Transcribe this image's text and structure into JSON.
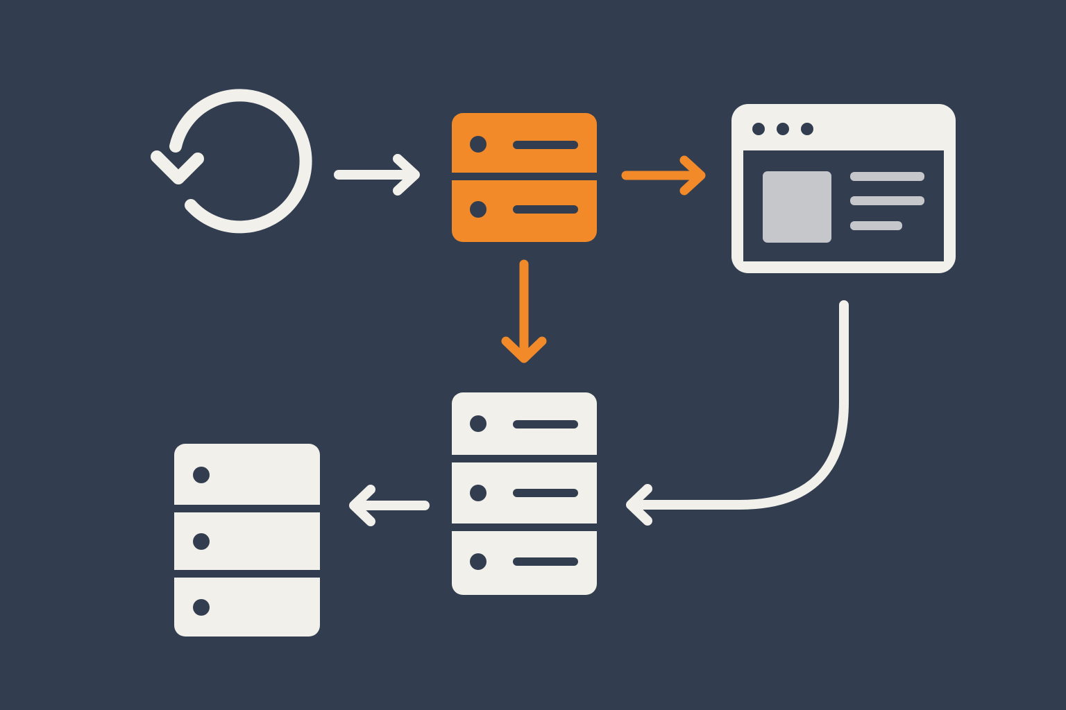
{
  "colors": {
    "background": "#323e50",
    "accent": "#f28a2a",
    "light": "#f2f0ea",
    "panel": "#c5c7ca"
  },
  "nodes": [
    {
      "id": "refresh",
      "icon": "refresh-icon"
    },
    {
      "id": "source-server",
      "icon": "server-icon",
      "highlighted": true
    },
    {
      "id": "browser-window",
      "icon": "browser-window-icon"
    },
    {
      "id": "middle-server",
      "icon": "server-stack-icon"
    },
    {
      "id": "storage-server",
      "icon": "server-stack-icon"
    }
  ],
  "edges": [
    {
      "from": "refresh",
      "to": "source-server",
      "highlighted": false
    },
    {
      "from": "source-server",
      "to": "browser-window",
      "highlighted": true
    },
    {
      "from": "source-server",
      "to": "middle-server",
      "highlighted": true
    },
    {
      "from": "browser-window",
      "to": "middle-server",
      "highlighted": false
    },
    {
      "from": "middle-server",
      "to": "storage-server",
      "highlighted": false
    }
  ]
}
